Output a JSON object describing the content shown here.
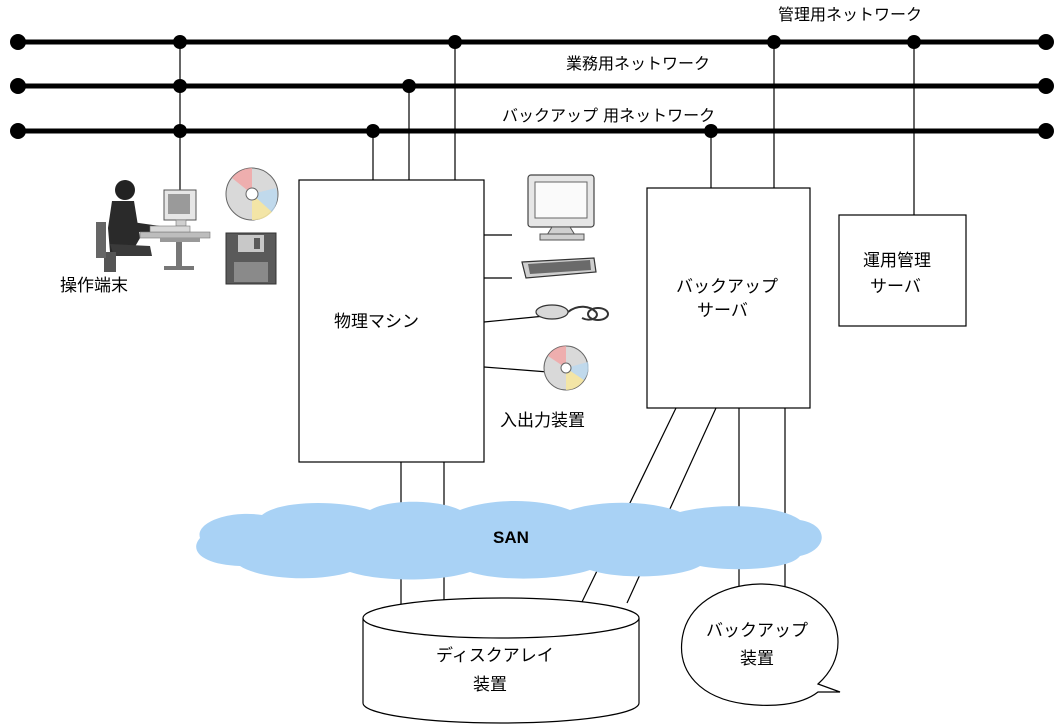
{
  "networks": {
    "management": "管理用ネットワーク",
    "business": "業務用ネットワーク",
    "backup": "バックアップ 用ネットワーク"
  },
  "nodes": {
    "operation_terminal": "操作端末",
    "physical_machine": "物理マシン",
    "io_device": "入出力装置",
    "backup_server_line1": "バックアップ",
    "backup_server_line2": "サーバ",
    "ops_mgmt_server_line1": "運用管理",
    "ops_mgmt_server_line2": "サーバ",
    "san": "SAN",
    "disk_array_line1": "ディスクアレイ",
    "disk_array_line2": "装置",
    "backup_device_line1": "バックアップ",
    "backup_device_line2": "装置"
  },
  "colors": {
    "san_fill": "#a9d2f5",
    "line": "#000000",
    "monitor_body": "#e6e6e6",
    "disc_silver": "#d9d9d9",
    "floppy": "#5a5a5a"
  }
}
